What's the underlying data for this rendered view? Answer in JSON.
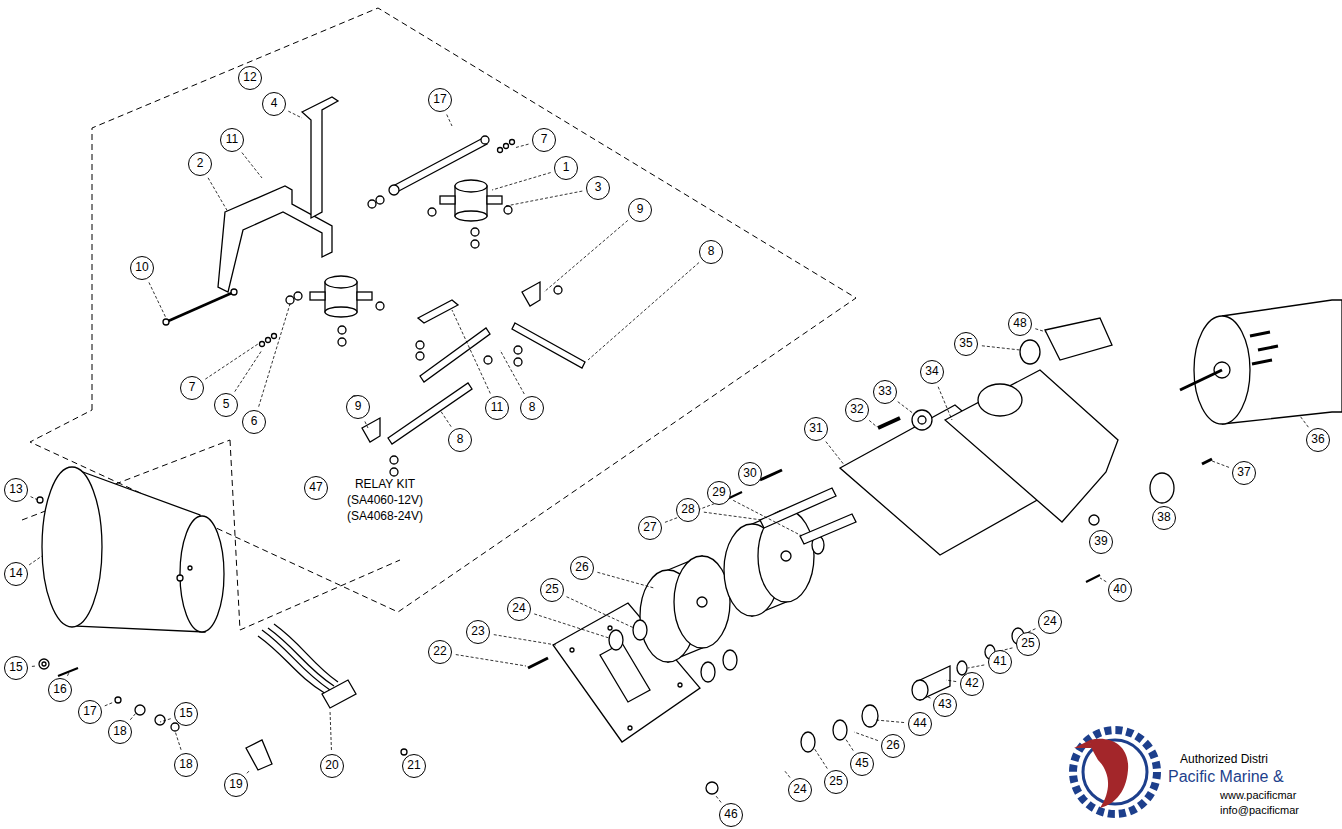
{
  "diagram": {
    "labels": [
      "12",
      "17",
      "4",
      "7",
      "1",
      "11",
      "2",
      "3",
      "9",
      "8",
      "10",
      "7",
      "5",
      "6",
      "9",
      "11",
      "8",
      "8",
      "47",
      "RELAY KIT (SA4060-12V) (SA4068-24V)",
      "13",
      "14",
      "15",
      "16",
      "17",
      "18",
      "15",
      "18",
      "19",
      "20",
      "21",
      "22",
      "23",
      "24",
      "25",
      "26",
      "27",
      "28",
      "29",
      "30",
      "31",
      "32",
      "33",
      "34",
      "35",
      "48",
      "36",
      "37",
      "38",
      "39",
      "40",
      "24",
      "25",
      "41",
      "42",
      "43",
      "44",
      "26",
      "45",
      "25",
      "24",
      "46",
      "Authorized Distri",
      "Pacific Marine &",
      "www.pacificmar",
      "info@pacificmar"
    ]
  }
}
